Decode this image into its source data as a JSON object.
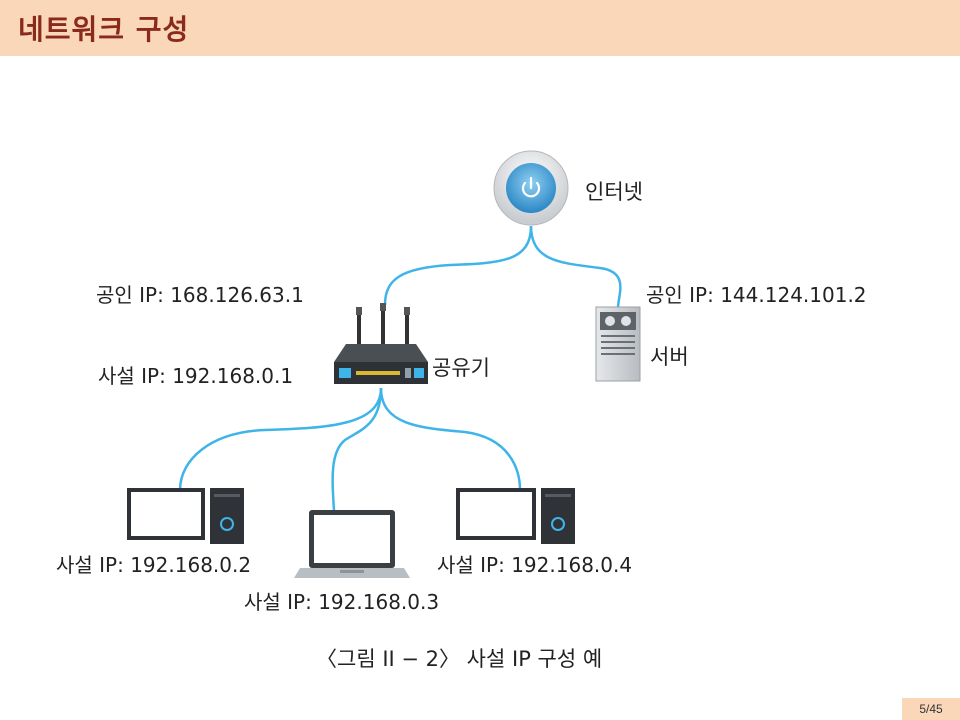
{
  "header": {
    "title": "네트워크 구성"
  },
  "diagram": {
    "internet": {
      "label": "인터넷"
    },
    "router": {
      "label": "공유기",
      "public_ip": "공인 IP: 168.126.63.1",
      "private_ip": "사설 IP: 192.168.0.1"
    },
    "server": {
      "label": "서버",
      "public_ip": "공인 IP: 144.124.101.2"
    },
    "clients": [
      {
        "ip": "사설 IP: 192.168.0.2"
      },
      {
        "ip": "사설 IP: 192.168.0.3"
      },
      {
        "ip": "사설 IP: 192.168.0.4"
      }
    ],
    "caption": "〈그림 II − 2〉 사설 IP 구성 예"
  },
  "footer": {
    "page": "5/45"
  },
  "colors": {
    "title_bar": "#fad7b8",
    "title_text": "#8a2a1c",
    "link": "#3fb4e8"
  }
}
